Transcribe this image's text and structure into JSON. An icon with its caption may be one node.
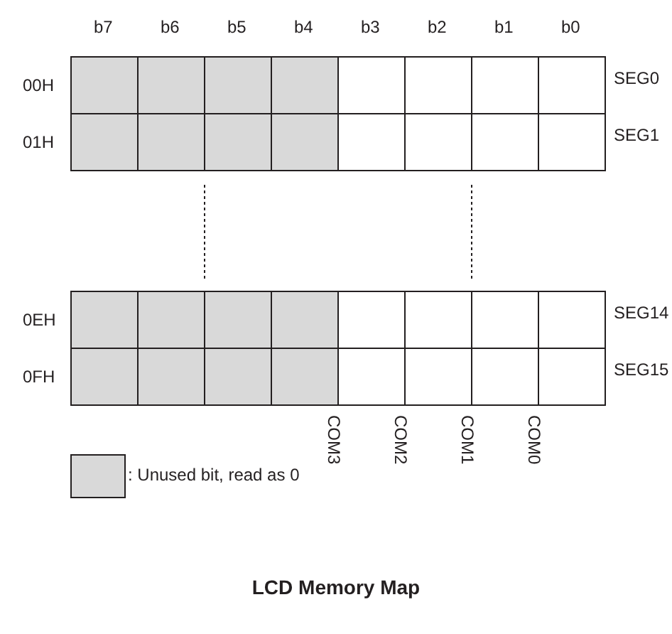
{
  "diagram": {
    "caption": "LCD Memory Map",
    "labels": [
      "b7",
      "b6",
      "b5",
      "b4",
      "b3",
      "b2",
      "b1",
      "b0",
      "00H",
      "SEG0",
      "01H",
      "SEG1",
      "0EH",
      "SEG14",
      "0FH",
      "SEG15",
      "COM3",
      "COM2",
      "COM1",
      "COM0"
    ],
    "legend": [
      {
        "text": ": Unused bit, read as 0",
        "color": "#d9d9d9"
      }
    ]
  }
}
